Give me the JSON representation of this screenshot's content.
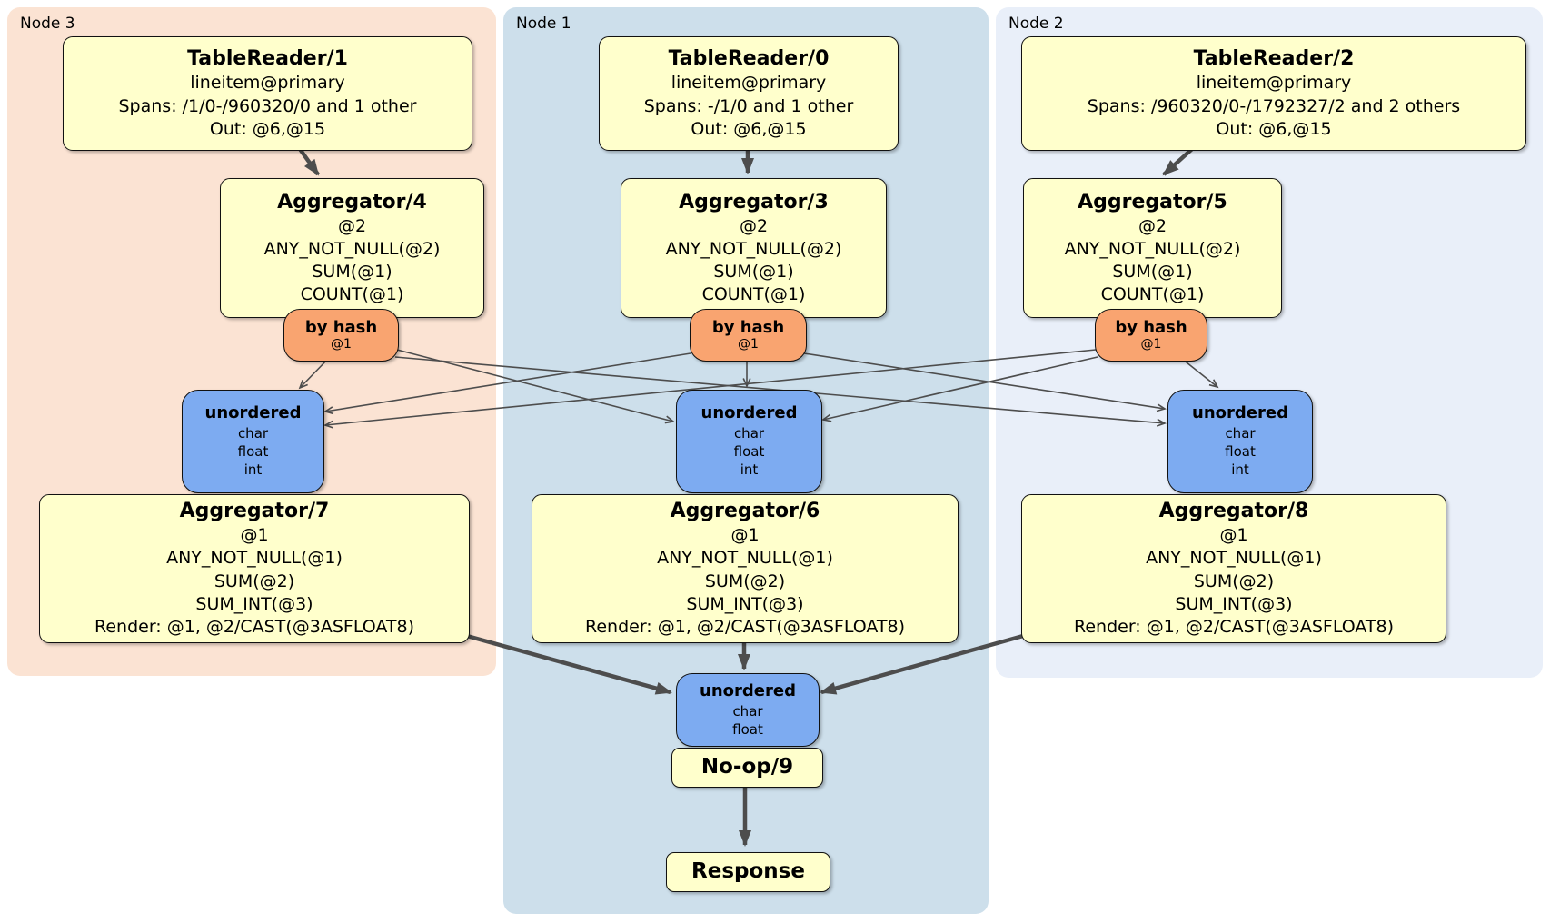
{
  "colors": {
    "node3_bg": "#fbe3d3",
    "node1_bg": "#cddfeb",
    "node2_bg": "#e9eff9",
    "processor_fill": "#ffffcc",
    "router_fill": "#f9a470",
    "sync_fill": "#7dabf1",
    "border": "#111111",
    "edge": "#4d4d4d"
  },
  "regions": [
    {
      "id": "node3",
      "label": "Node 3"
    },
    {
      "id": "node1",
      "label": "Node 1"
    },
    {
      "id": "node2",
      "label": "Node 2"
    }
  ],
  "processors": {
    "tablereader1": {
      "title": "TableReader/1",
      "lines": [
        "lineitem@primary",
        "Spans: /1/0-/960320/0 and 1 other",
        "Out: @6,@15"
      ]
    },
    "tablereader0": {
      "title": "TableReader/0",
      "lines": [
        "lineitem@primary",
        "Spans: -/1/0 and 1 other",
        "Out: @6,@15"
      ]
    },
    "tablereader2": {
      "title": "TableReader/2",
      "lines": [
        "lineitem@primary",
        "Spans: /960320/0-/1792327/2 and 2 others",
        "Out: @6,@15"
      ]
    },
    "aggregator4": {
      "title": "Aggregator/4",
      "lines": [
        "@2",
        "ANY_NOT_NULL(@2)",
        "SUM(@1)",
        "COUNT(@1)"
      ]
    },
    "aggregator3": {
      "title": "Aggregator/3",
      "lines": [
        "@2",
        "ANY_NOT_NULL(@2)",
        "SUM(@1)",
        "COUNT(@1)"
      ]
    },
    "aggregator5": {
      "title": "Aggregator/5",
      "lines": [
        "@2",
        "ANY_NOT_NULL(@2)",
        "SUM(@1)",
        "COUNT(@1)"
      ]
    },
    "aggregator7": {
      "title": "Aggregator/7",
      "lines": [
        "@1",
        "ANY_NOT_NULL(@1)",
        "SUM(@2)",
        "SUM_INT(@3)",
        "Render: @1, @2/CAST(@3ASFLOAT8)"
      ]
    },
    "aggregator6": {
      "title": "Aggregator/6",
      "lines": [
        "@1",
        "ANY_NOT_NULL(@1)",
        "SUM(@2)",
        "SUM_INT(@3)",
        "Render: @1, @2/CAST(@3ASFLOAT8)"
      ]
    },
    "aggregator8": {
      "title": "Aggregator/8",
      "lines": [
        "@1",
        "ANY_NOT_NULL(@1)",
        "SUM(@2)",
        "SUM_INT(@3)",
        "Render: @1, @2/CAST(@3ASFLOAT8)"
      ]
    },
    "noop": {
      "title": "No-op/9"
    },
    "response": {
      "title": "Response"
    }
  },
  "routers": {
    "hash3": {
      "title": "by hash",
      "detail": "@1"
    },
    "hash1": {
      "title": "by hash",
      "detail": "@1"
    },
    "hash2": {
      "title": "by hash",
      "detail": "@1"
    }
  },
  "syncs": {
    "unordered3": {
      "title": "unordered",
      "types": [
        "char",
        "float",
        "int"
      ]
    },
    "unordered1": {
      "title": "unordered",
      "types": [
        "char",
        "float",
        "int"
      ]
    },
    "unordered2": {
      "title": "unordered",
      "types": [
        "char",
        "float",
        "int"
      ]
    },
    "unordered_final": {
      "title": "unordered",
      "types": [
        "char",
        "float"
      ]
    }
  }
}
